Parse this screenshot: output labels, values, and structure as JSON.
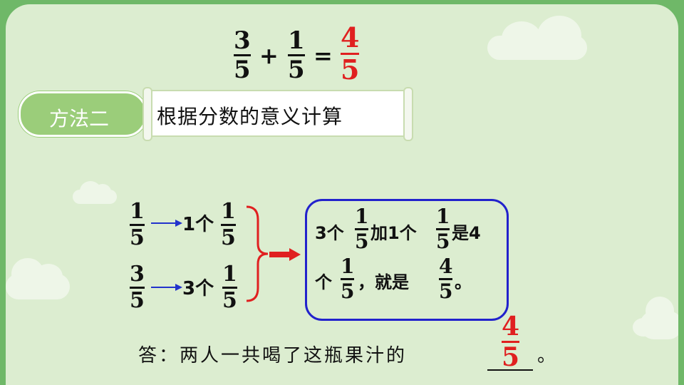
{
  "equation": {
    "a": {
      "num": "3",
      "den": "5"
    },
    "plus": "+",
    "b": {
      "num": "1",
      "den": "5"
    },
    "eq": "=",
    "result": {
      "num": "4",
      "den": "5"
    }
  },
  "method": {
    "label": "方法二",
    "title": "根据分数的意义计算"
  },
  "rows": [
    {
      "frac": {
        "num": "1",
        "den": "5"
      },
      "count": "1个",
      "unit": {
        "num": "1",
        "den": "5"
      }
    },
    {
      "frac": {
        "num": "3",
        "den": "5"
      },
      "count": "3个",
      "unit": {
        "num": "1",
        "den": "5"
      }
    }
  ],
  "explanation": {
    "p1": "3个",
    "f1": {
      "num": "1",
      "den": "5"
    },
    "p2": "加1个",
    "f2": {
      "num": "1",
      "den": "5"
    },
    "p3": "是4",
    "p4": "个",
    "f3": {
      "num": "1",
      "den": "5"
    },
    "p5": "，就是",
    "f4": {
      "num": "4",
      "den": "5"
    },
    "p6": "。"
  },
  "answer": {
    "text": "答：两人一共喝了这瓶果汁的",
    "frac": {
      "num": "4",
      "den": "5"
    },
    "end": "。"
  },
  "colors": {
    "accent_red": "#e02020",
    "box_blue": "#2222cc",
    "arrow_blue": "#2233cc",
    "arrow_red": "#e02020",
    "background": "#dcedd0",
    "pill_green": "#9bcd7a"
  }
}
